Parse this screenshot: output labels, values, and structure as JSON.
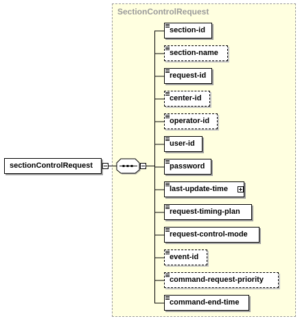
{
  "diagram": {
    "root_element": "sectionControlRequest",
    "complex_type": "SectionControlRequest",
    "compositor": "sequence",
    "children": [
      {
        "name": "section-id",
        "optional": false,
        "expandable": false
      },
      {
        "name": "section-name",
        "optional": true,
        "expandable": false
      },
      {
        "name": "request-id",
        "optional": false,
        "expandable": false
      },
      {
        "name": "center-id",
        "optional": true,
        "expandable": false
      },
      {
        "name": "operator-id",
        "optional": true,
        "expandable": false
      },
      {
        "name": "user-id",
        "optional": false,
        "expandable": false
      },
      {
        "name": "password",
        "optional": false,
        "expandable": false
      },
      {
        "name": "last-update-time",
        "optional": false,
        "expandable": true
      },
      {
        "name": "request-timing-plan",
        "optional": false,
        "expandable": false
      },
      {
        "name": "request-control-mode",
        "optional": false,
        "expandable": false
      },
      {
        "name": "event-id",
        "optional": true,
        "expandable": false
      },
      {
        "name": "command-request-priority",
        "optional": true,
        "expandable": false
      },
      {
        "name": "command-end-time",
        "optional": false,
        "expandable": false
      }
    ],
    "colors": {
      "panel": "#ffffe0",
      "panel_border": "#9a9a9a",
      "title": "#9a9a9a",
      "line": "#000000"
    }
  }
}
